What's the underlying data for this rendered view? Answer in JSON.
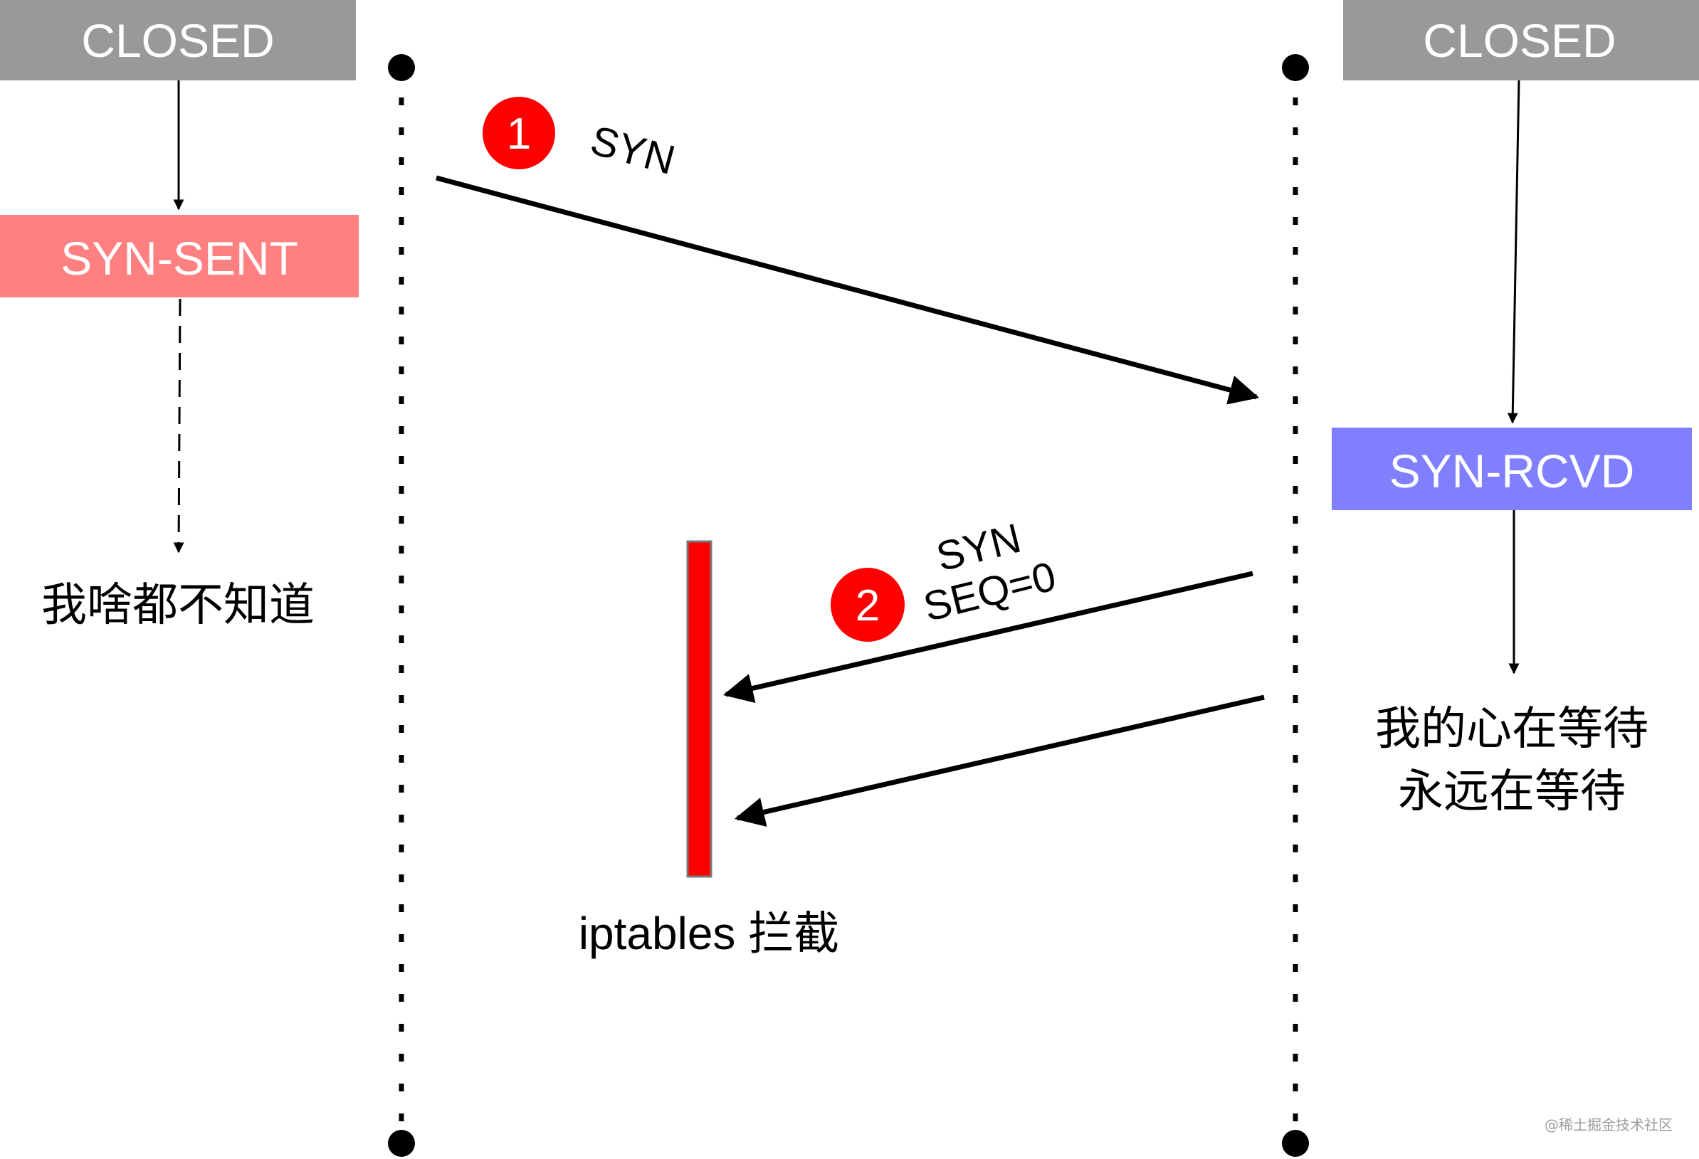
{
  "client": {
    "state_closed": "CLOSED",
    "state_syn_sent": "SYN-SENT",
    "note": "我啥都不知道"
  },
  "server": {
    "state_closed": "CLOSED",
    "state_syn_rcvd": "SYN-RCVD",
    "note_line1": "我的心在等待",
    "note_line2": "永远在等待"
  },
  "messages": {
    "step1_badge": "1",
    "step1_label": "SYN",
    "step2_badge": "2",
    "step2_label_line1": "SYN",
    "step2_label_line2": "SEQ=0"
  },
  "firewall": {
    "label": "iptables 拦截"
  },
  "watermark": "@稀土掘金技术社区",
  "colors": {
    "closed_fill": "#999999",
    "syn_sent_fill": "#ff8080",
    "syn_rcvd_fill": "#8080ff",
    "badge_fill": "#ff0000",
    "firewall_fill": "#ff0000"
  }
}
